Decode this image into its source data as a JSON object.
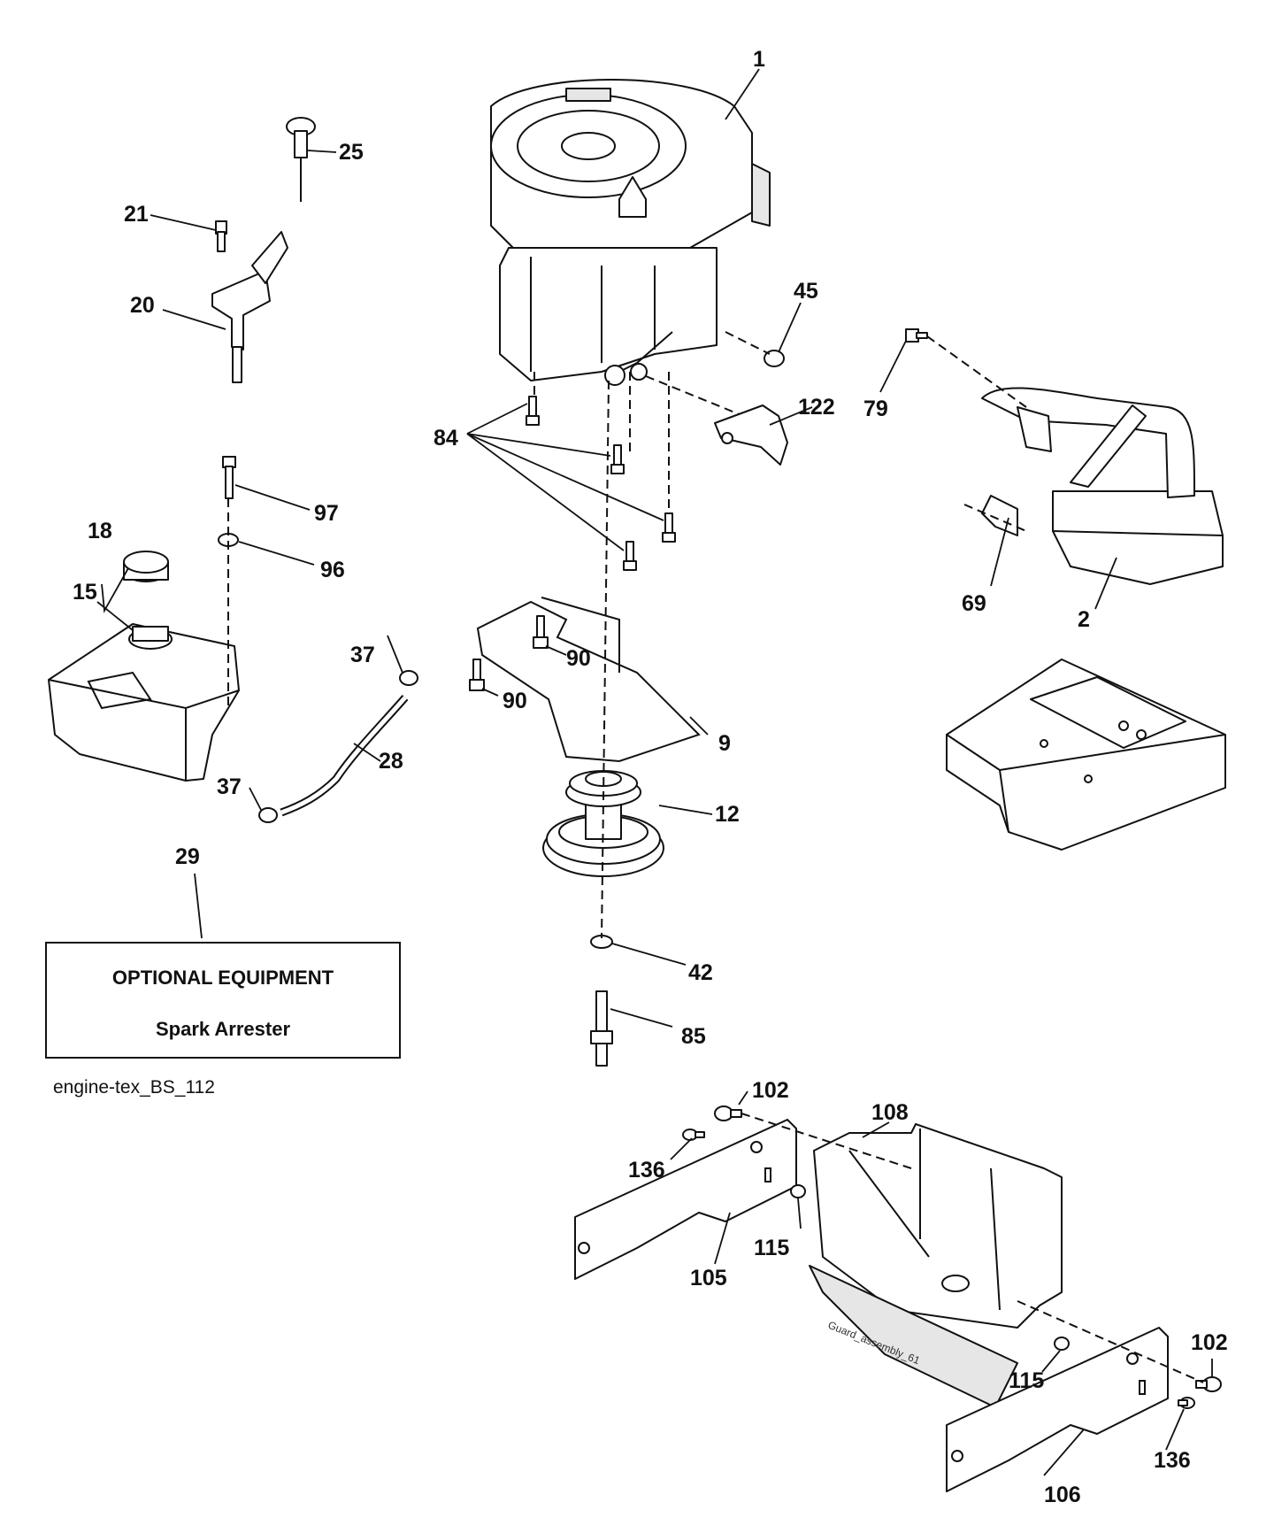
{
  "callouts": {
    "c1": "1",
    "c2": "2",
    "c9": "9",
    "c12": "12",
    "c15": "15",
    "c18": "18",
    "c20": "20",
    "c21": "21",
    "c25": "25",
    "c28": "28",
    "c29": "29",
    "c37a": "37",
    "c37b": "37",
    "c42": "42",
    "c45": "45",
    "c69": "69",
    "c79": "79",
    "c84": "84",
    "c85": "85",
    "c90a": "90",
    "c90b": "90",
    "c96": "96",
    "c97": "97",
    "c102a": "102",
    "c102b": "102",
    "c105": "105",
    "c106": "106",
    "c108": "108",
    "c115a": "115",
    "c115b": "115",
    "c122": "122",
    "c136a": "136",
    "c136b": "136"
  },
  "optional_box": {
    "title": "OPTIONAL EQUIPMENT",
    "item": "Spark Arrester"
  },
  "reference_code": "engine-tex_BS_112",
  "guard_label": "Guard_assembly_61"
}
